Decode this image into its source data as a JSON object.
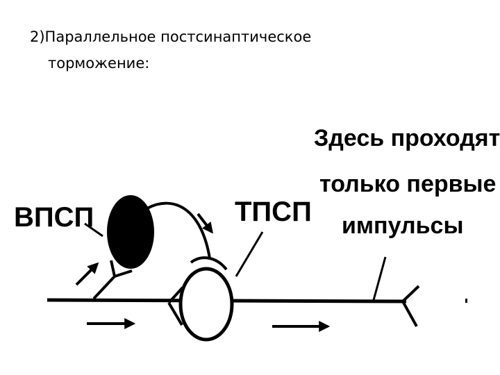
{
  "slide": {
    "title_line1": "2)Параллельное постсинаптическое",
    "title_line2": "торможение:"
  },
  "diagram": {
    "label_epsp": "ВПСП",
    "label_ipsp": "ТПСП",
    "note_line1": "Здесь проходят",
    "note_line2": "только первые",
    "note_line3": "импульсы"
  }
}
